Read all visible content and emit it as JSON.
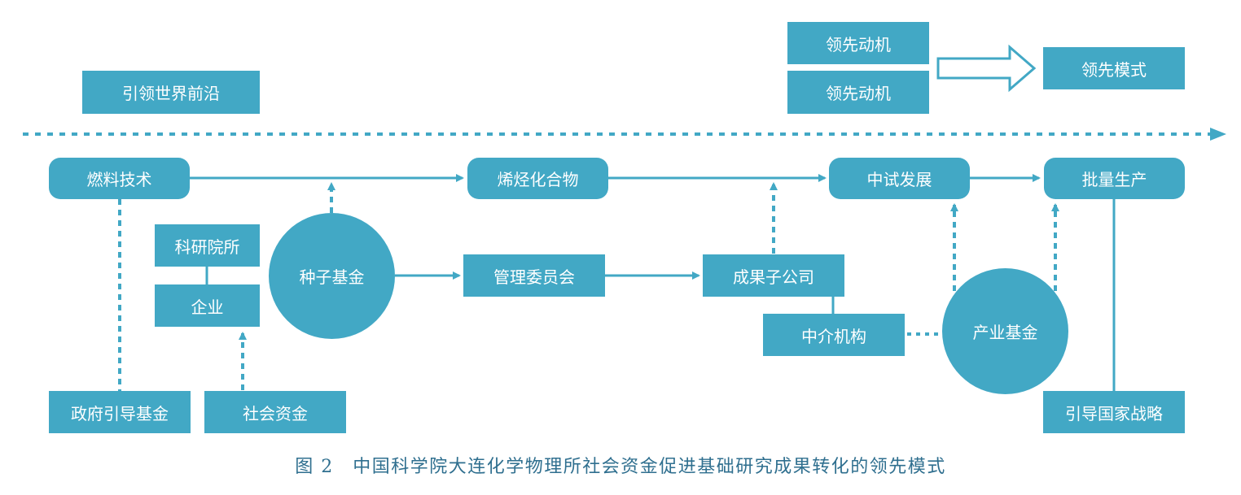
{
  "colors": {
    "node_fill": "#42a8c5",
    "text": "#ffffff",
    "caption": "#2f6f8f"
  },
  "top": {
    "frontier": "引领世界前沿",
    "motive_1": "领先动机",
    "motive_2": "领先动机",
    "model": "领先模式"
  },
  "chain": {
    "fuel_tech": "燃料技术",
    "olefin": "烯烃化合物",
    "pilot": "中试发展",
    "mass_production": "批量生产"
  },
  "middle": {
    "research_institute": "科研院所",
    "enterprise": "企业",
    "seed_fund": "种子基金",
    "management_committee": "管理委员会",
    "subsidiary": "成果子公司",
    "intermediary": "中介机构",
    "industry_fund": "产业基金"
  },
  "bottom": {
    "gov_fund": "政府引导基金",
    "social_capital": "社会资金",
    "national_strategy": "引导国家战略"
  },
  "caption": "图 2　中国科学院大连化学物理所社会资金促进基础研究成果转化的领先模式"
}
